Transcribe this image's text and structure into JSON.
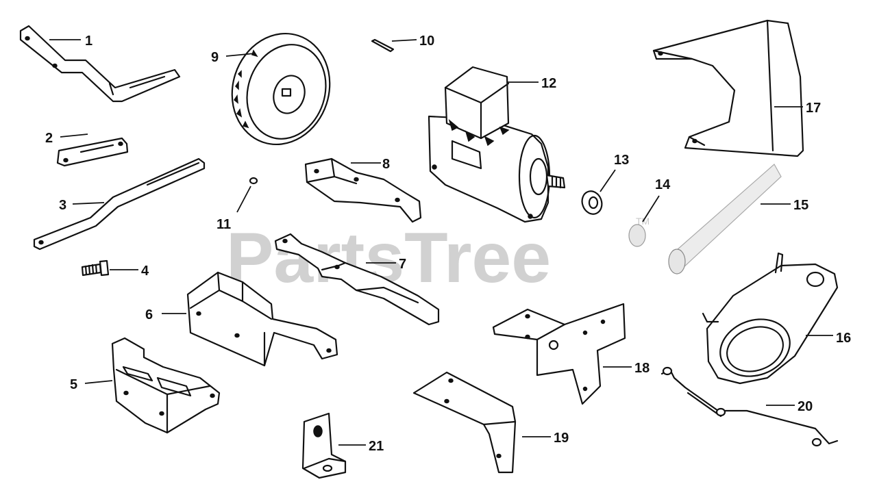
{
  "watermark": {
    "text": "PartsTree",
    "mark": "TM"
  },
  "callouts": [
    "1",
    "2",
    "3",
    "4",
    "5",
    "6",
    "7",
    "8",
    "9",
    "10",
    "11",
    "12",
    "13",
    "14",
    "15",
    "16",
    "17",
    "18",
    "19",
    "20",
    "21"
  ],
  "colors": {
    "line": "#111111",
    "background": "#ffffff",
    "watermark": "#c9c9c9"
  }
}
